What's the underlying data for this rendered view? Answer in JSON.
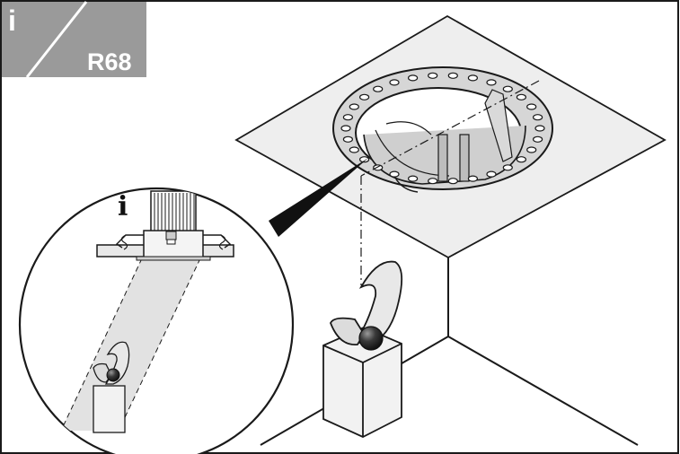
{
  "badge": {
    "info_symbol": "i",
    "code": "R68"
  },
  "detail_view": {
    "info_symbol": "i"
  },
  "colors": {
    "line": "#1a1a1a",
    "badge_fill": "#9a9a9a",
    "ceiling_fill": "#eeeeee",
    "beam_fill": "#e2e2e2",
    "object_fill": "#f2f2f2"
  },
  "icons": [
    "info-icon",
    "downlight-icon",
    "mounting-ring-icon",
    "sculpture-icon"
  ]
}
